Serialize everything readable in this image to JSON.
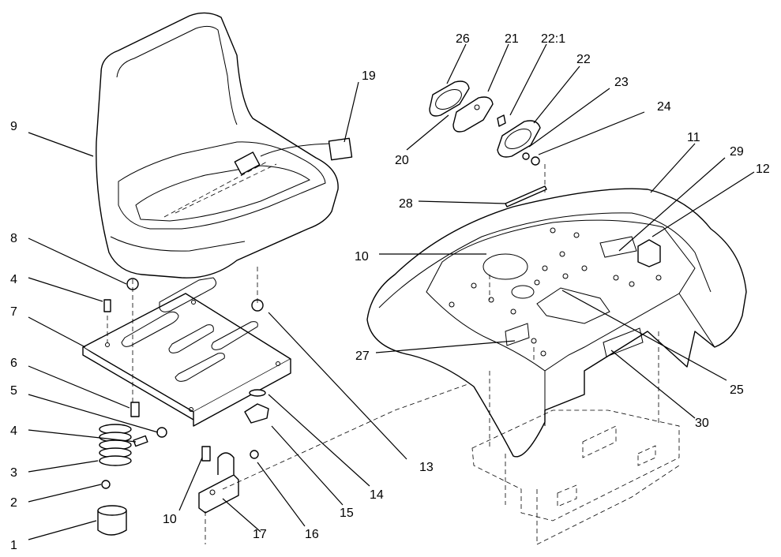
{
  "callouts": [
    {
      "id": "c1",
      "label": "1"
    },
    {
      "id": "c2",
      "label": "2"
    },
    {
      "id": "c3",
      "label": "3"
    },
    {
      "id": "c4a",
      "label": "4"
    },
    {
      "id": "c4b",
      "label": "4"
    },
    {
      "id": "c5",
      "label": "5"
    },
    {
      "id": "c6",
      "label": "6"
    },
    {
      "id": "c7",
      "label": "7"
    },
    {
      "id": "c8",
      "label": "8"
    },
    {
      "id": "c9",
      "label": "9"
    },
    {
      "id": "c10a",
      "label": "10"
    },
    {
      "id": "c10b",
      "label": "10"
    },
    {
      "id": "c11",
      "label": "11"
    },
    {
      "id": "c12",
      "label": "12"
    },
    {
      "id": "c13",
      "label": "13"
    },
    {
      "id": "c14",
      "label": "14"
    },
    {
      "id": "c15",
      "label": "15"
    },
    {
      "id": "c16",
      "label": "16"
    },
    {
      "id": "c17",
      "label": "17"
    },
    {
      "id": "c19",
      "label": "19"
    },
    {
      "id": "c20",
      "label": "20"
    },
    {
      "id": "c21",
      "label": "21"
    },
    {
      "id": "c22a",
      "label": "22:1"
    },
    {
      "id": "c22b",
      "label": "22"
    },
    {
      "id": "c23",
      "label": "23"
    },
    {
      "id": "c24",
      "label": "24"
    },
    {
      "id": "c25",
      "label": "25"
    },
    {
      "id": "c26",
      "label": "26"
    },
    {
      "id": "c27",
      "label": "27"
    },
    {
      "id": "c28",
      "label": "28"
    },
    {
      "id": "c29",
      "label": "29"
    },
    {
      "id": "c30",
      "label": "30"
    }
  ]
}
